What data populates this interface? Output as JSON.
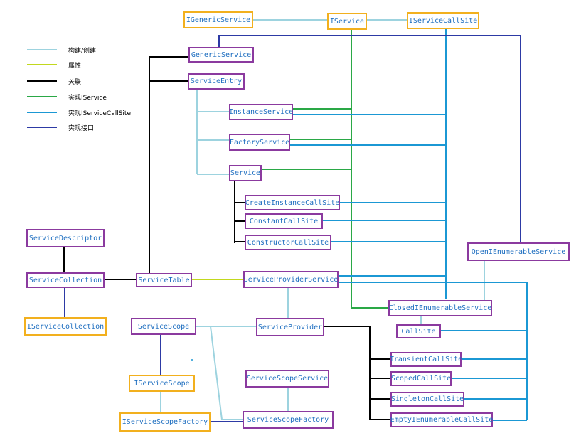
{
  "colors": {
    "create": "#9dd3df",
    "property": "#c2d81e",
    "association": "#000000",
    "iservice": "#2aa846",
    "icallsite": "#1b98d4",
    "interface": "#2d3aa5",
    "class_border": "#8b3a9f",
    "interface_border": "#f2b01e",
    "text": "#1f6fc0"
  },
  "legend": [
    {
      "key": "create",
      "label": "构建/创建"
    },
    {
      "key": "property",
      "label": "属性"
    },
    {
      "key": "association",
      "label": "关联"
    },
    {
      "key": "iservice",
      "label": "实现IService"
    },
    {
      "key": "icallsite",
      "label": "实现IServiceCallSite"
    },
    {
      "key": "interface",
      "label": "实现接口"
    }
  ],
  "nodes": {
    "igenericservice": {
      "label": "IGenericService",
      "kind": "interface"
    },
    "iservice": {
      "label": "IService",
      "kind": "interface"
    },
    "iservicecallsite": {
      "label": "IServiceCallSite",
      "kind": "interface"
    },
    "genericservice": {
      "label": "GenericService",
      "kind": "class"
    },
    "serviceentry": {
      "label": "ServiceEntry",
      "kind": "class"
    },
    "instanceservice": {
      "label": "InstanceService",
      "kind": "class"
    },
    "factoryservice": {
      "label": "FactoryService",
      "kind": "class"
    },
    "service": {
      "label": "Service",
      "kind": "class"
    },
    "createinstancecallsite": {
      "label": "CreateInstanceCallSite",
      "kind": "class"
    },
    "constantcallsite": {
      "label": "ConstantCallSite",
      "kind": "class"
    },
    "constructorcallsite": {
      "label": "ConstructorCallSite",
      "kind": "class"
    },
    "openienumerableservice": {
      "label": "OpenIEnumerableService",
      "kind": "class"
    },
    "servicedescriptor": {
      "label": "ServiceDescriptor",
      "kind": "class"
    },
    "servicecollection": {
      "label": "ServiceCollection",
      "kind": "class"
    },
    "iservicecollection": {
      "label": "IServiceCollection",
      "kind": "interface"
    },
    "servicetable": {
      "label": "ServiceTable",
      "kind": "class"
    },
    "serviceproviderservice": {
      "label": "ServiceProviderService",
      "kind": "class"
    },
    "closedienumerableservice": {
      "label": "ClosedIEnumerableService",
      "kind": "class"
    },
    "callsite": {
      "label": "CallSite",
      "kind": "class"
    },
    "servicescope": {
      "label": "ServiceScope",
      "kind": "class"
    },
    "serviceprovider": {
      "label": "ServiceProvider",
      "kind": "class"
    },
    "transientcallsite": {
      "label": "TransientCallSite",
      "kind": "class"
    },
    "scopedcallsite": {
      "label": "ScopedCallSite",
      "kind": "class"
    },
    "singletoncallsite": {
      "label": "SingletonCallSite",
      "kind": "class"
    },
    "emptyienumerablecallsite": {
      "label": "EmptyIEnumerableCallSite",
      "kind": "class"
    },
    "iservicescope": {
      "label": "IServiceScope",
      "kind": "interface"
    },
    "servicescopeservice": {
      "label": "ServiceScopeService",
      "kind": "class"
    },
    "iservicescopefactory": {
      "label": "IServiceScopeFactory",
      "kind": "interface"
    },
    "servicescopefactory": {
      "label": "ServiceScopeFactory",
      "kind": "class"
    }
  }
}
